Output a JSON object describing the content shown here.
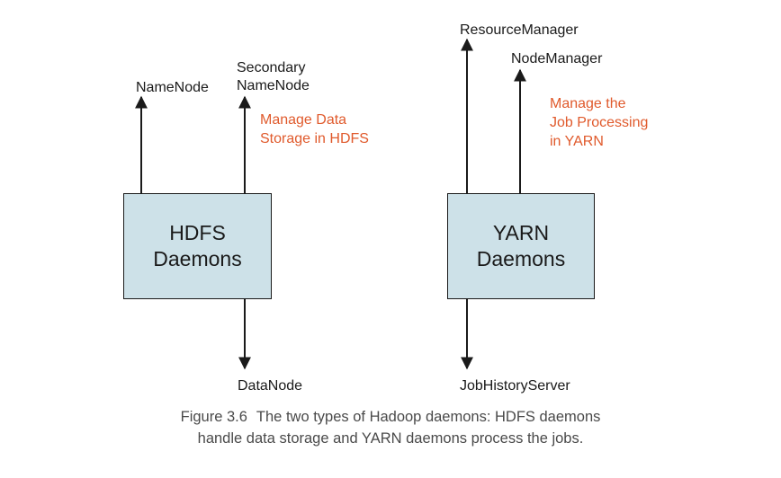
{
  "boxes": {
    "hdfs": {
      "line1": "HDFS",
      "line2": "Daemons"
    },
    "yarn": {
      "line1": "YARN",
      "line2": "Daemons"
    }
  },
  "labels": {
    "namenode": "NameNode",
    "secondary_line1": "Secondary",
    "secondary_line2": "NameNode",
    "datanode": "DataNode",
    "resourcemanager": "ResourceManager",
    "nodemanager": "NodeManager",
    "jobhistoryserver": "JobHistoryServer"
  },
  "notes": {
    "hdfs": {
      "line1": "Manage Data",
      "line2": "Storage in HDFS"
    },
    "yarn": {
      "line1": "Manage the",
      "line2": "Job Processing",
      "line3": "in YARN"
    }
  },
  "caption": {
    "figure_number": "Figure 3.6",
    "line1": "The two types of Hadoop daemons: HDFS daemons",
    "line2": "handle data storage and YARN daemons process the jobs."
  },
  "colors": {
    "box_fill": "#cde1e8",
    "note_text": "#e05a2c",
    "line": "#1a1a1a"
  }
}
